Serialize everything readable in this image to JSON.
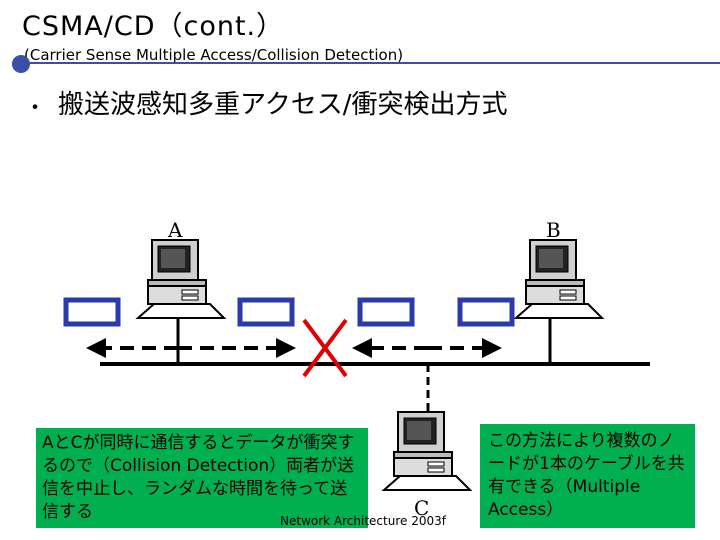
{
  "slide": {
    "title": "CSMA/CD（cont.）",
    "subtitle": "(Carrier Sense Multiple Access/Collision Detection)",
    "bullet_symbol": "・",
    "heading": "搬送波感知多重アクセス/衝突検出方式"
  },
  "diagram": {
    "node_a": "A",
    "node_b": "B",
    "node_c": "C"
  },
  "notes": {
    "left": "AとCが同時に通信するとデータが衝突するので（Collision Detection）両者が送信を中止し、ランダムな時間を待って送信する",
    "right": "この方法により複数のノードが1本のケーブルを共有できる（Multiple Access）"
  },
  "footer": "Network Architecture 2003f",
  "colors": {
    "accent": "#3b4fa8",
    "note_bg": "#00b050",
    "collision": "#e00000"
  }
}
